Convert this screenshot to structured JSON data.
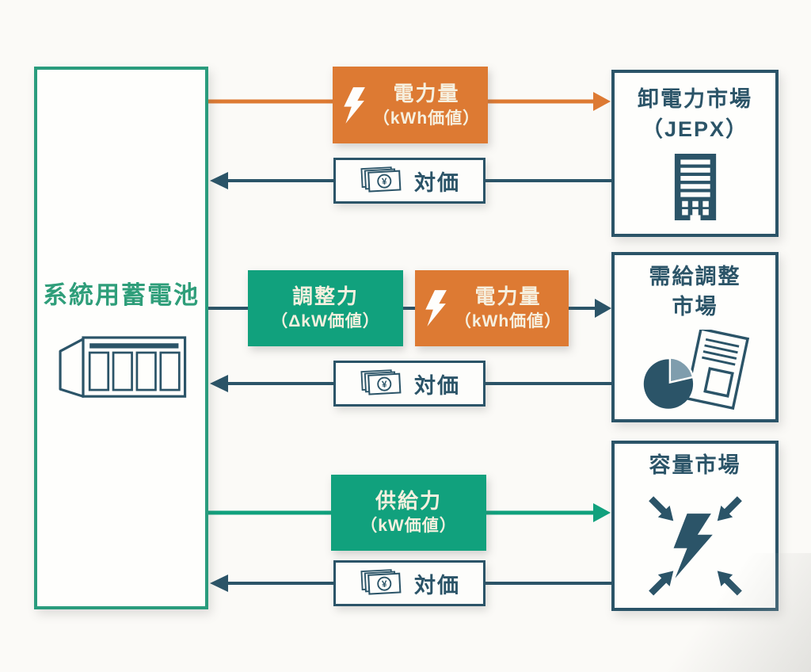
{
  "palette": {
    "orange": "#dd7a33",
    "green": "#11a17d",
    "navy": "#2b5468",
    "battery_border_green": "#2a9c7d",
    "cream_text": "#f6f0df",
    "background": "#fbfaf7",
    "pie_light_slice": "#7f9dad"
  },
  "battery": {
    "label": "系統用蓄電池"
  },
  "markets": [
    {
      "line1": "卸電力市場",
      "line2": "（JEPX）"
    },
    {
      "line1": "需給調整",
      "line2": "市場"
    },
    {
      "line1": "容量市場"
    }
  ],
  "flows": {
    "energy_top": {
      "line1": "電力量",
      "line2": "（kWh価値）"
    },
    "pay_top": {
      "label": "対価"
    },
    "adjust": {
      "line1": "調整力",
      "line2": "（ΔkW価値）"
    },
    "energy_mid": {
      "line1": "電力量",
      "line2": "（kWh価値）"
    },
    "pay_mid": {
      "label": "対価"
    },
    "supply": {
      "line1": "供給力",
      "line2": "（kW価値）"
    },
    "pay_bottom": {
      "label": "対価"
    }
  },
  "icons": {
    "yen_symbol": "¥"
  }
}
